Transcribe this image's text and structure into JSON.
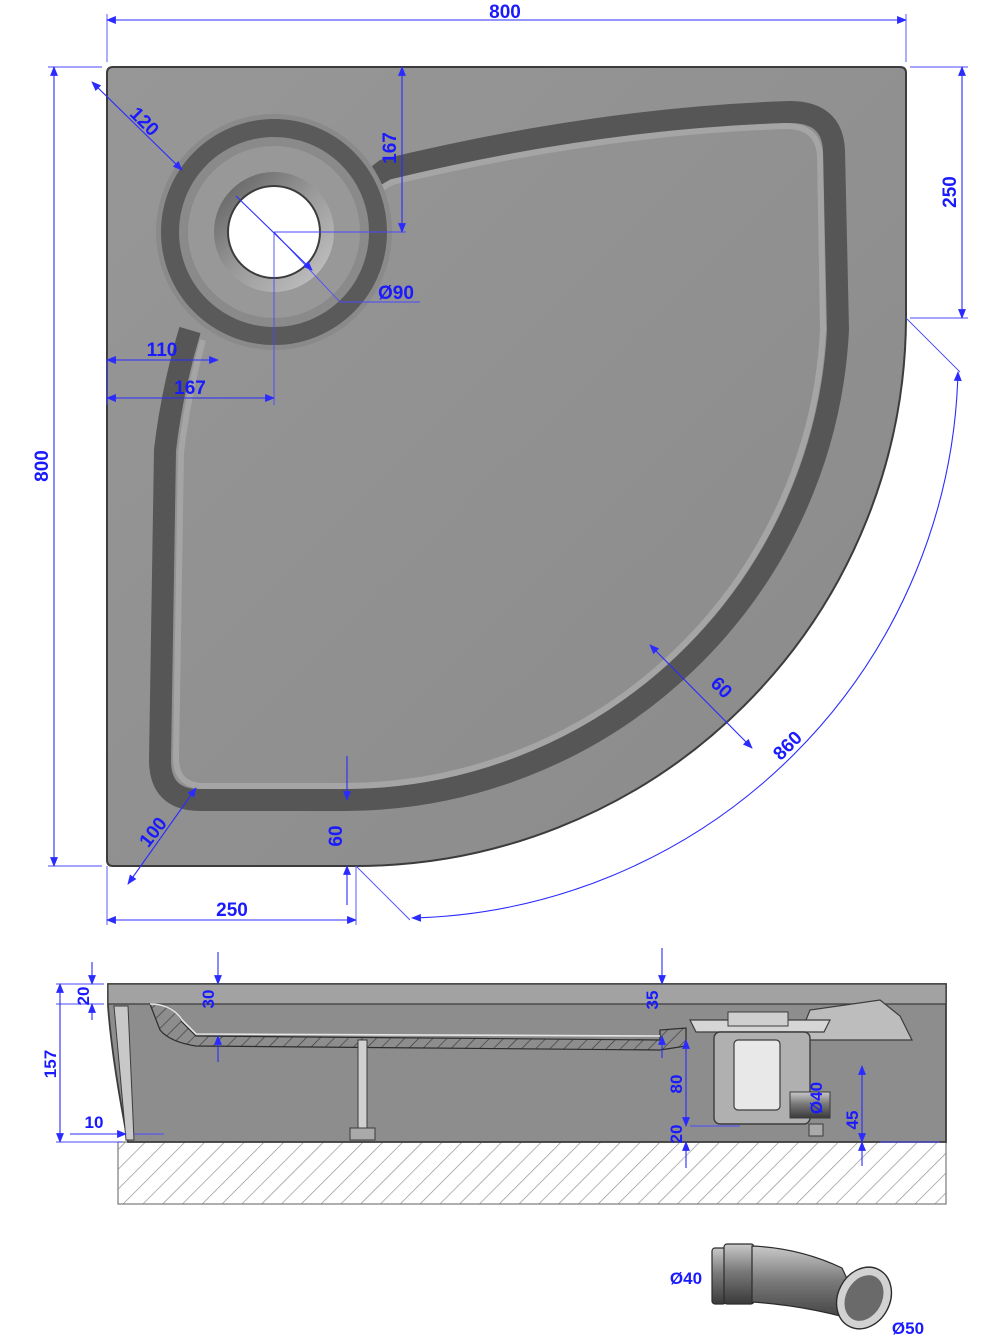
{
  "colors": {
    "tray": "#8f8f8f",
    "tray_dark": "#5d5d5d",
    "tray_light": "#b5b5b5",
    "dimension": "#1a1aff",
    "floor_hatch": "#9a9a9a"
  },
  "plan_view": {
    "overall_width": "800",
    "overall_depth": "800",
    "corner_rim_diag": "120",
    "drain_offset_top": "167",
    "right_straight_edge": "250",
    "drain_diameter": "Ø90",
    "left_rim_width": "110",
    "drain_offset_left": "167",
    "arc_rim_width": "60",
    "arc_radius": "860",
    "bottom_corner_diag": "100",
    "bottom_rim_width": "60",
    "bottom_straight_edge": "250"
  },
  "section_view": {
    "rim_height": "20",
    "total_height": "157",
    "leg_offset": "10",
    "basin_depth_left": "30",
    "basin_depth_right": "35",
    "siphon_height": "80",
    "floor_gap": "20",
    "outlet_diameter": "Ø40",
    "outlet_height": "45"
  },
  "fitting": {
    "inlet_diameter": "Ø40",
    "outlet_diameter": "Ø50"
  }
}
